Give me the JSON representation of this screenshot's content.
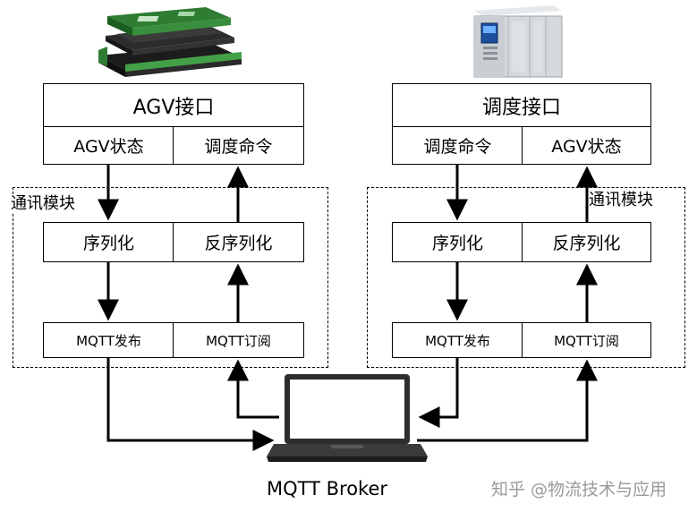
{
  "left": {
    "interface_title": "AGV接口",
    "cells": {
      "status": "AGV状态",
      "command": "调度命令"
    },
    "module_label": "通讯模块",
    "serialize": {
      "forward": "序列化",
      "reverse": "反序列化"
    },
    "mqtt": {
      "publish": "MQTT发布",
      "subscribe": "MQTT订阅"
    }
  },
  "right": {
    "interface_title": "调度接口",
    "cells": {
      "command": "调度命令",
      "status": "AGV状态"
    },
    "module_label": "通讯模块",
    "serialize": {
      "forward": "序列化",
      "reverse": "反序列化"
    },
    "mqtt": {
      "publish": "MQTT发布",
      "subscribe": "MQTT订阅"
    }
  },
  "broker": {
    "label": "MQTT Broker"
  },
  "watermark": "知乎 @物流技术与应用"
}
